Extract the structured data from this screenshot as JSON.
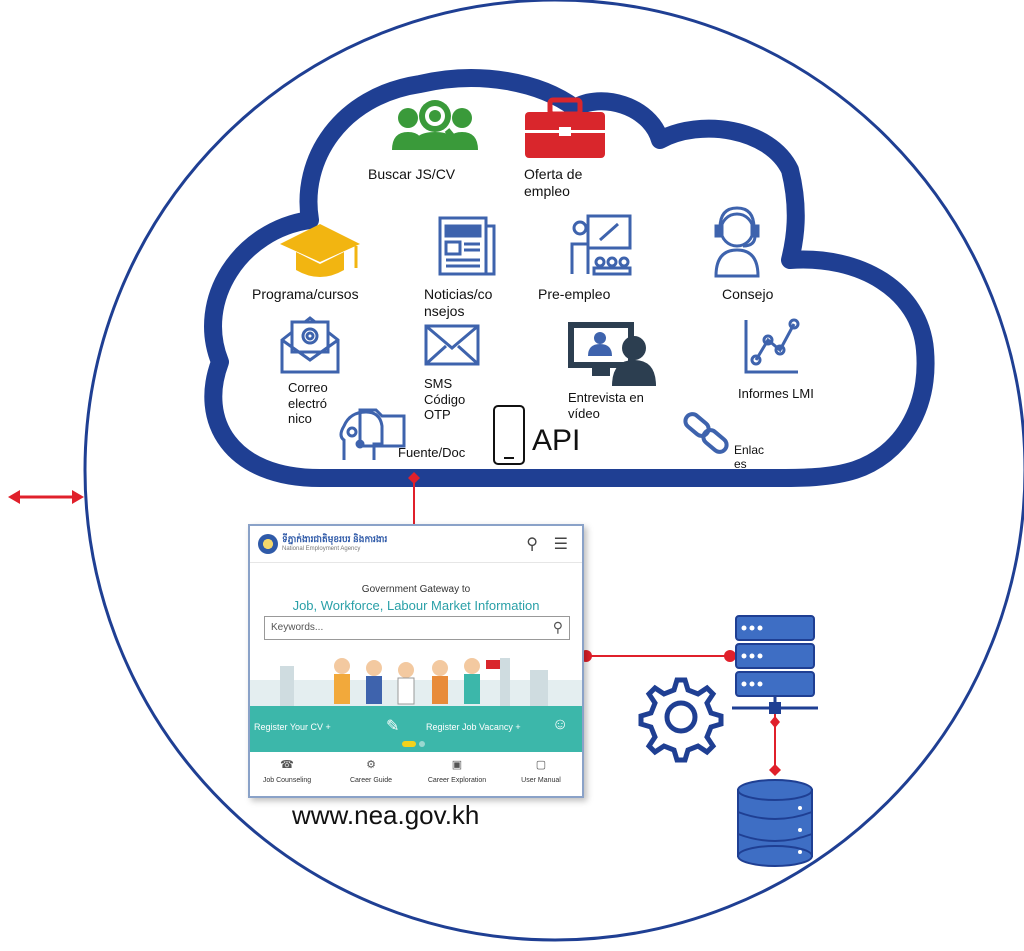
{
  "cloud_items": {
    "buscar": "Buscar JS/CV",
    "oferta": "Oferta de\nempleo",
    "programa": "Programa/cursos",
    "noticias": "Noticias/co\nnsejos",
    "preempleo": "Pre-empleo",
    "consejo": "Consejo",
    "correo": "Correo\nelectró\nnico",
    "sms": "SMS\nCódigo\nOTP",
    "entrevista": "Entrevista en\nvídeo",
    "informes": "Informes LMI",
    "fuente": "Fuente/Doc",
    "api": "API",
    "enlaces": "Enlac\nes"
  },
  "website": {
    "brand": "ទីភ្នាក់ងារជាតិមុខរបរ និងការងារ",
    "brand_sub": "National Employment Agency",
    "gateway_line1": "Government Gateway to",
    "gateway_line2": "Job, Workforce, Labour Market Information",
    "search_placeholder": "Keywords...",
    "register_cv": "Register Your CV +",
    "register_job": "Register Job Vacancy +",
    "bottom_items": [
      "Job Counseling",
      "Career Guide",
      "Career Exploration",
      "User Manual"
    ],
    "url": "www.nea.gov.kh"
  },
  "colors": {
    "cloud_outline": "#1f3f93",
    "circle": "#1f3f93",
    "connector": "#e0202b",
    "icon_green": "#3a9a3a",
    "icon_red": "#d9262c",
    "icon_yellow": "#f2b511",
    "icon_blue": "#3e63ad",
    "icon_dark": "#2c3e50",
    "server_blue": "#3e6ec4",
    "teal": "#3cb7aa"
  }
}
